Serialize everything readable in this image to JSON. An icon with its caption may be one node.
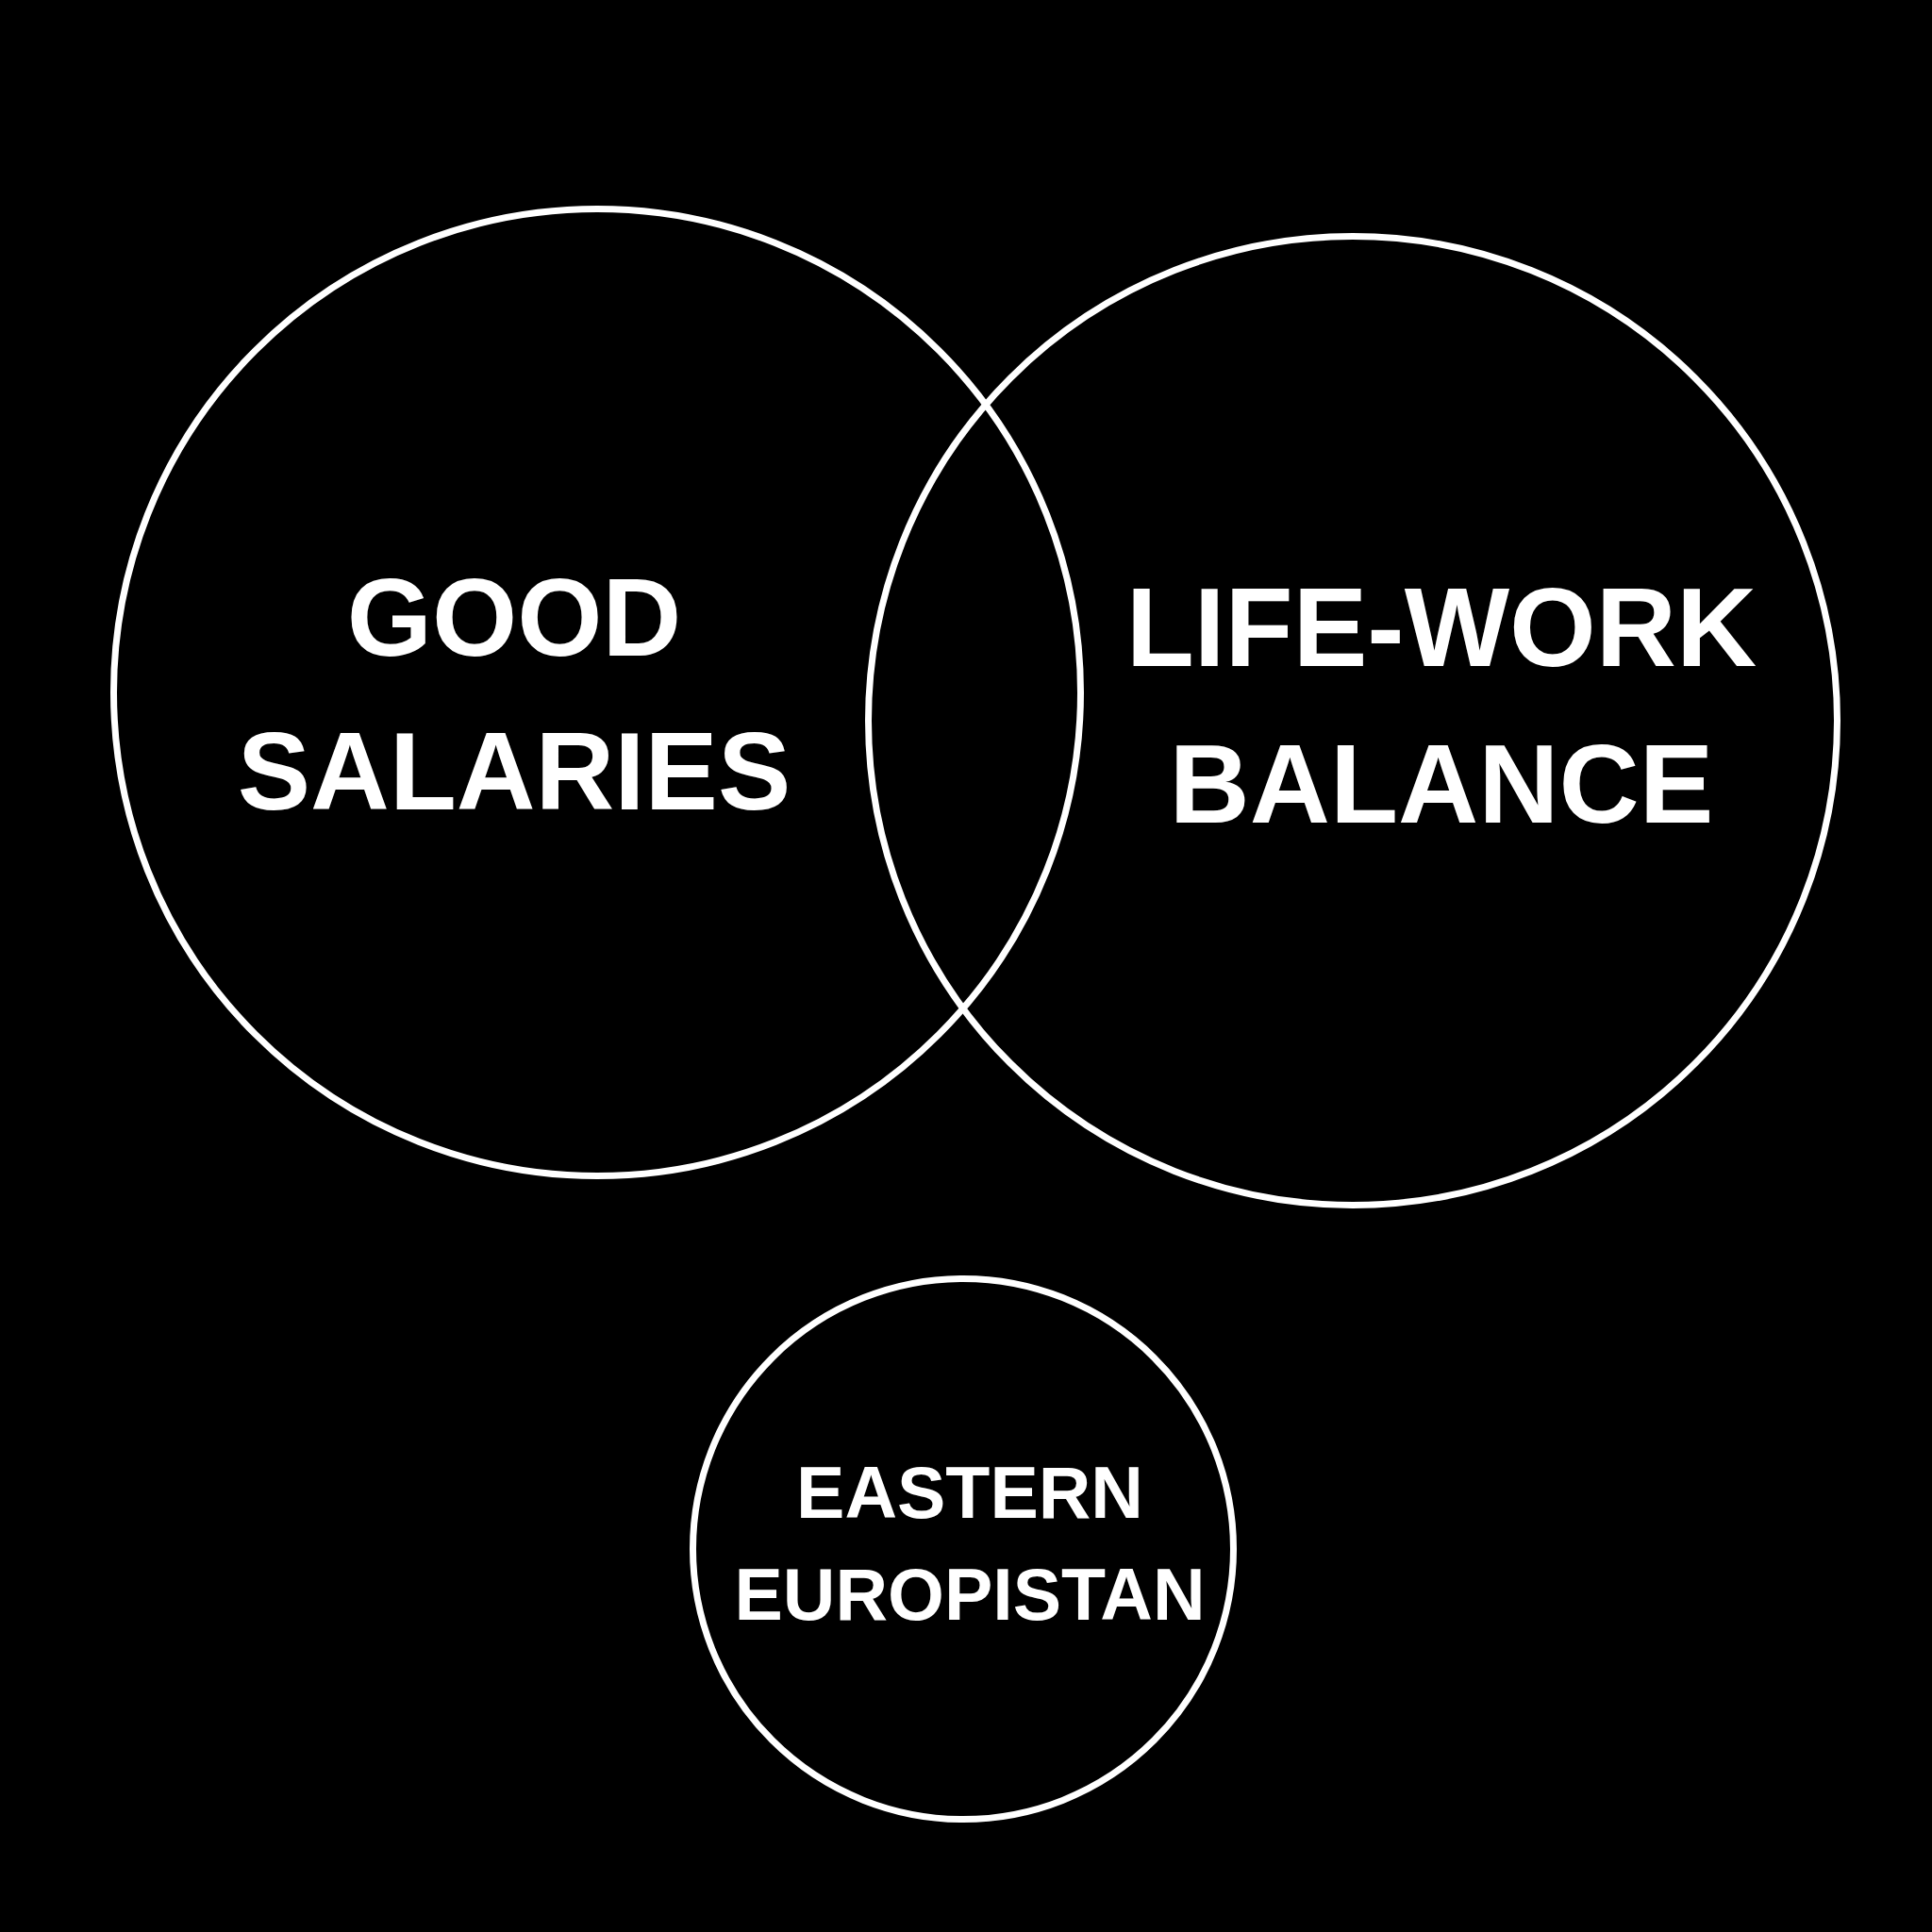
{
  "diagram": {
    "nodes": [
      {
        "text": [
          "GOOD SALARIES"
        ]
      },
      {
        "text": [
          "LIFE-WORK BALANCE"
        ]
      },
      {
        "text": [
          "EASTERN EUROPISTAN"
        ]
      }
    ]
  }
}
